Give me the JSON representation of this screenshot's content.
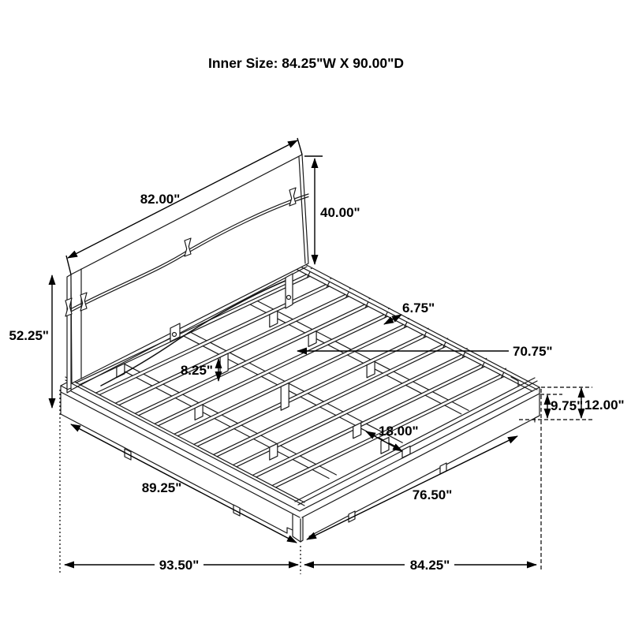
{
  "title": "Inner Size: 84.25\"W X 90.00\"D",
  "dimensions": {
    "headboard_width": "82.00\"",
    "headboard_panel_height": "40.00\"",
    "total_height": "52.25\"",
    "slat_gap": "6.75\"",
    "slat_length": "70.75\"",
    "slat_pitch": "8.25\"",
    "support_spacing": "18.00\"",
    "base_height": "9.75\"",
    "platform_height": "12.00\"",
    "side_rail_length": "89.25\"",
    "foot_rail_length": "76.50\"",
    "overall_depth": "93.50\"",
    "overall_width": "84.25\""
  }
}
